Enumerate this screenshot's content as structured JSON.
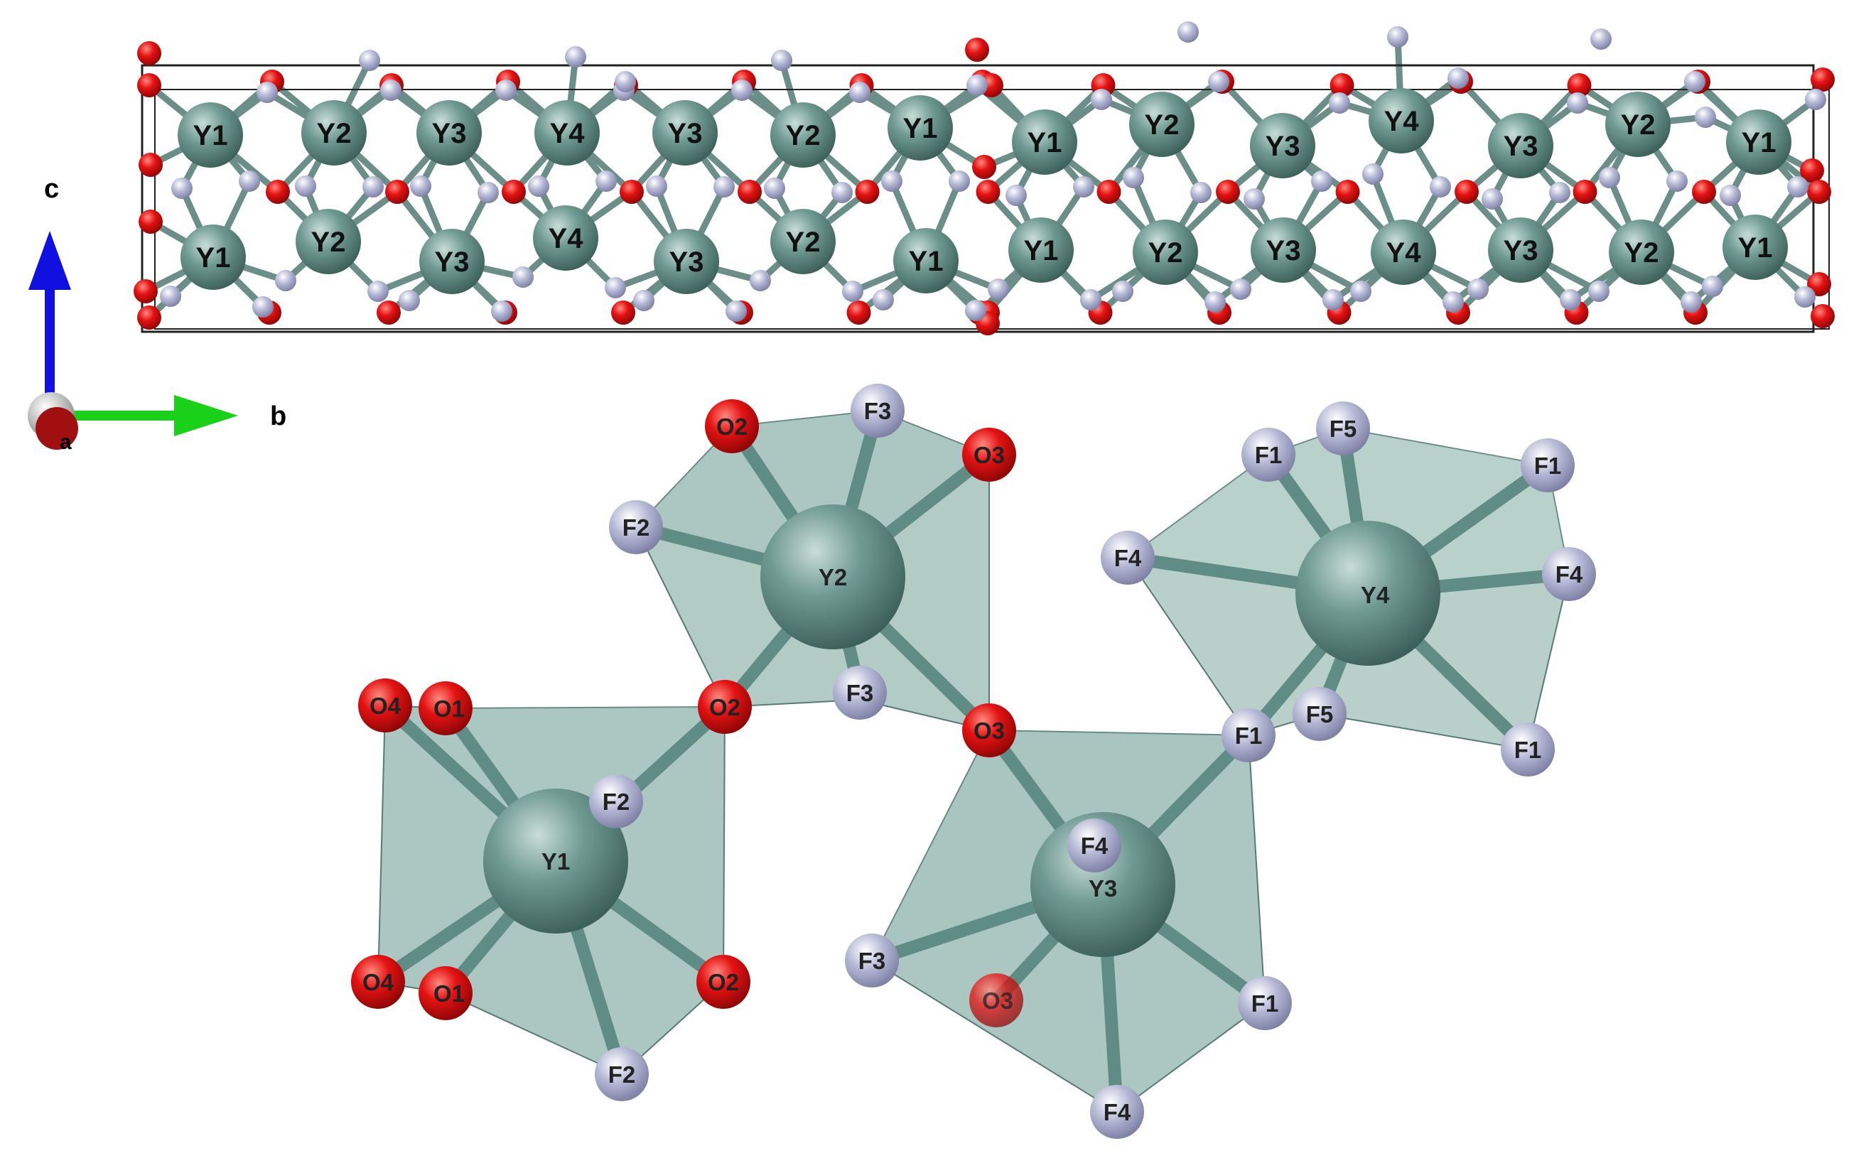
{
  "colors": {
    "yttrium": "#5f8d85",
    "oxygen": "#e01010",
    "fluorine": "#a8abcc",
    "polyhedron": "#7fa89f",
    "axis_a": "#a01010",
    "axis_b": "#19d119",
    "axis_c": "#1010e0"
  },
  "axes": {
    "a": "a",
    "b": "b",
    "c": "c"
  },
  "unit_cell": {
    "top_row": [
      "Y1",
      "Y2",
      "Y3",
      "Y4",
      "Y3",
      "Y2",
      "Y1",
      "Y1",
      "Y2",
      "Y3",
      "Y4",
      "Y3",
      "Y2",
      "Y1"
    ],
    "bottom_row": [
      "Y1",
      "Y2",
      "Y3",
      "Y4",
      "Y3",
      "Y2",
      "Y1",
      "Y1",
      "Y2",
      "Y3",
      "Y4",
      "Y3",
      "Y2",
      "Y1"
    ]
  },
  "polyhedra": {
    "Y1": {
      "center": "Y1",
      "ligands": [
        "O4",
        "O1",
        "F2",
        "O2",
        "O4",
        "O1",
        "O2",
        "F2"
      ]
    },
    "Y2": {
      "center": "Y2",
      "ligands": [
        "O2",
        "F3",
        "O3",
        "F2",
        "F3",
        "O2",
        "O3"
      ]
    },
    "Y3": {
      "center": "Y3",
      "ligands": [
        "F4",
        "F3",
        "O3",
        "F1",
        "F4"
      ]
    },
    "Y4": {
      "center": "Y4",
      "ligands": [
        "F1",
        "F5",
        "F1",
        "F4",
        "F4",
        "F5",
        "F1",
        "F1"
      ]
    }
  }
}
